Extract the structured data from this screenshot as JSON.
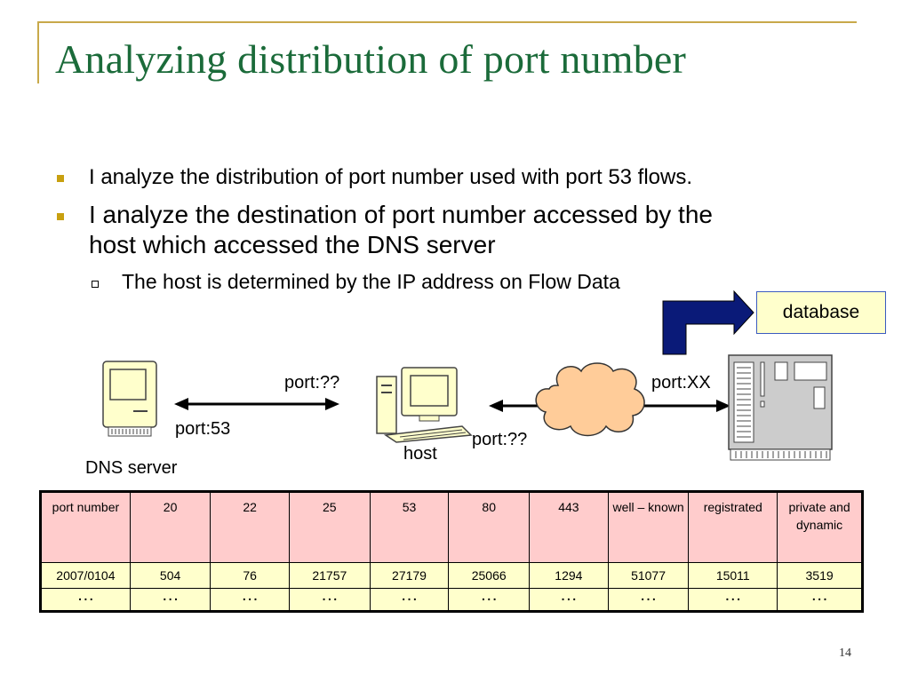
{
  "slide": {
    "title": "Analyzing distribution of port number",
    "page_number": "14",
    "accent_color": "#1b6b3a",
    "bullet_color": "#c8a010"
  },
  "bullets": [
    {
      "text": "I analyze the distribution of port number used with port 53 flows."
    },
    {
      "line1": "I analyze the destination of port number accessed by the",
      "line2": "host which accessed the DNS server"
    }
  ],
  "sub_bullet": {
    "text": "The host is determined by the IP address on Flow Data"
  },
  "diagram": {
    "database_label": "database",
    "dns_server_label": "DNS server",
    "host_label": "host",
    "port_left_top": "port:??",
    "port_left_bottom": "port:53",
    "port_right_bottom": "port:??",
    "port_right_top": "port:XX",
    "icons": [
      "dns-server-computer-icon",
      "host-computer-icon",
      "network-cloud-icon",
      "server-rack-icon",
      "bent-arrow-icon"
    ]
  },
  "table": {
    "header": [
      "port number",
      "20",
      "22",
      "25",
      "53",
      "80",
      "443",
      "well – known",
      "registrated",
      "private and dynamic"
    ],
    "row": [
      "2007/0104",
      "504",
      "76",
      "21757",
      "27179",
      "25066",
      "1294",
      "51077",
      "15011",
      "3519"
    ],
    "ellipsis": [
      "…",
      "…",
      "…",
      "…",
      "…",
      "…",
      "…",
      "…",
      "…",
      "…"
    ],
    "header_color": "#ffcccc",
    "row_color": "#ffffcc"
  }
}
